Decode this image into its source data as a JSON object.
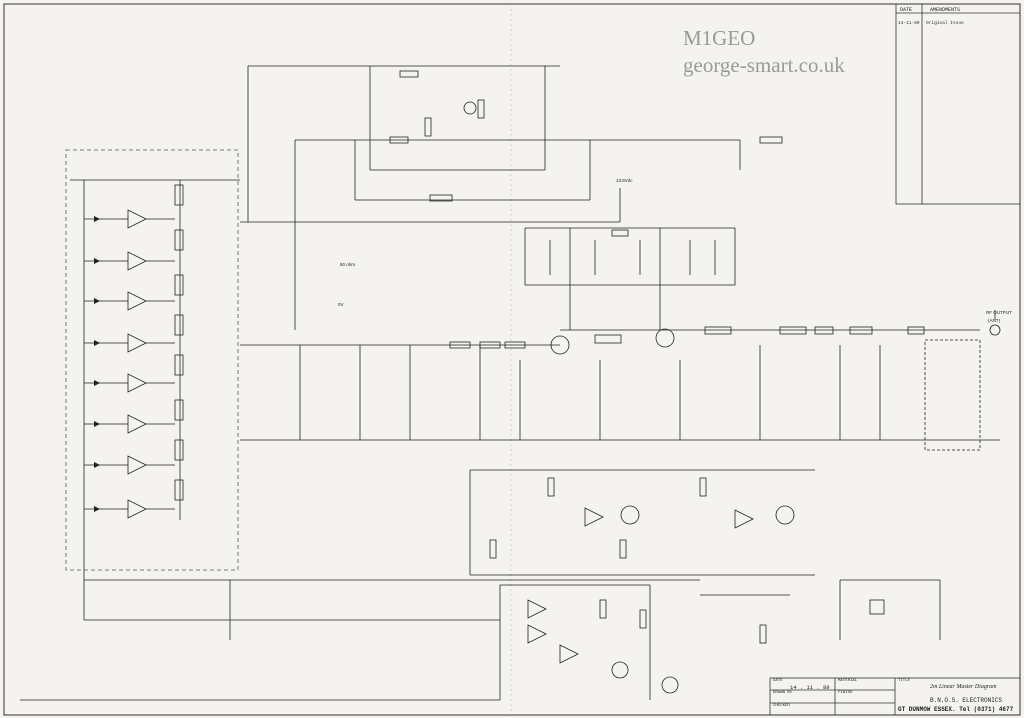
{
  "watermark": {
    "callsign": "M1GEO",
    "website": "george-smart.co.uk"
  },
  "amendments": {
    "date_header": "DATE",
    "amendments_header": "AMENDMENTS",
    "row_date": "14-11-89",
    "row_text": "Original Issue"
  },
  "title_block": {
    "date_label": "DATE",
    "date_value": "14 . 11 . 89",
    "drawn_label": "DRAWN BY",
    "material_label": "MATERIAL",
    "finish_label": "FINISH",
    "checked_label": "CHECKED",
    "title_label": "TITLE",
    "title_value": "2m Linear Master Diagram",
    "company": "B.N.O.S. ELECTRONICS",
    "address": "GT DUNMOW ESSEX. Tel (0371) 4677"
  },
  "schematic": {
    "supply_label": "13.8Vdc",
    "output_label": "RF OUTPUT",
    "ant_label": "(ANT)",
    "ground_label": "0V",
    "resistor_value": "50 ohm"
  }
}
